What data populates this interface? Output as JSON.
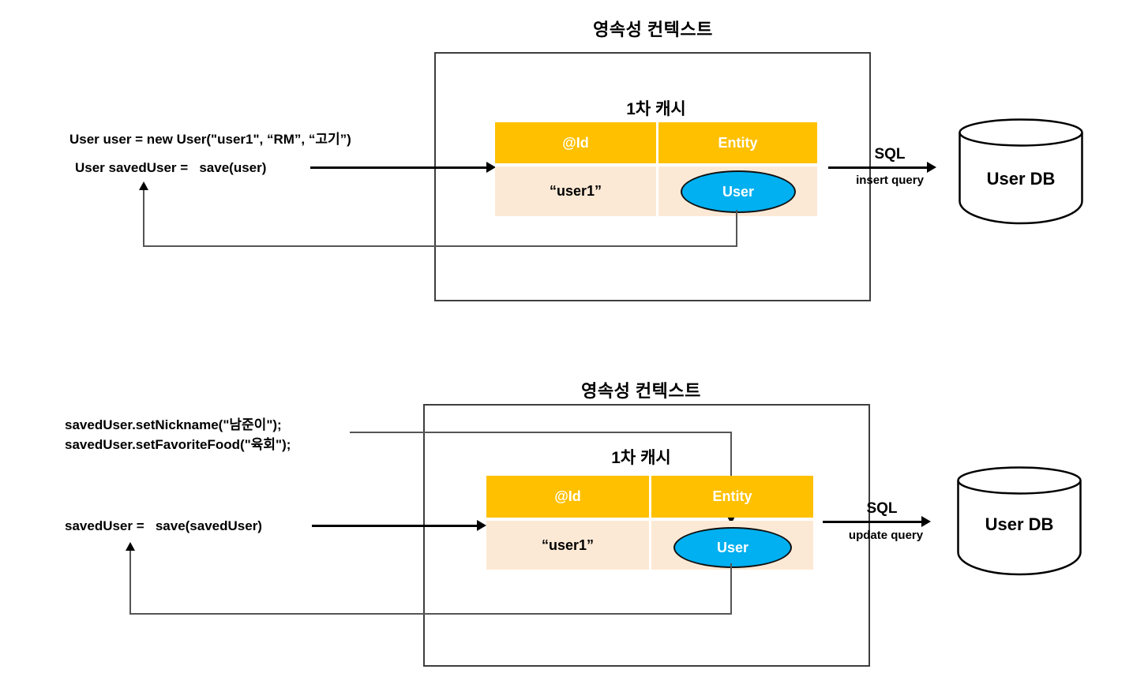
{
  "diagram": {
    "colors": {
      "table_header": "#FFC000",
      "table_body": "#FCE9D5",
      "entity_oval": "#00B0F0",
      "box_border": "#3e3e3e"
    },
    "sections": [
      {
        "context_title": "영속성 컨텍스트",
        "cache_title": "1차 캐시",
        "code_line1": "User user = new User(\"user1\", “RM”, “고기”)",
        "code_line2": "User savedUser =   save(user)",
        "table": {
          "col1_header": "@Id",
          "col2_header": "Entity",
          "id_value": "“user1”",
          "entity_value": "User"
        },
        "sql_label": "SQL",
        "sql_query": "insert query",
        "db_label": "User DB"
      },
      {
        "context_title": "영속성 컨텍스트",
        "cache_title": "1차 캐시",
        "code_line1": "savedUser.setNickname(\"남준이\");",
        "code_line2": "savedUser.setFavoriteFood(\"육회\");",
        "code_line3": "savedUser =   save(savedUser)",
        "table": {
          "col1_header": "@Id",
          "col2_header": "Entity",
          "id_value": "“user1”",
          "entity_value": "User"
        },
        "sql_label": "SQL",
        "sql_query": "update query",
        "db_label": "User DB"
      }
    ]
  }
}
